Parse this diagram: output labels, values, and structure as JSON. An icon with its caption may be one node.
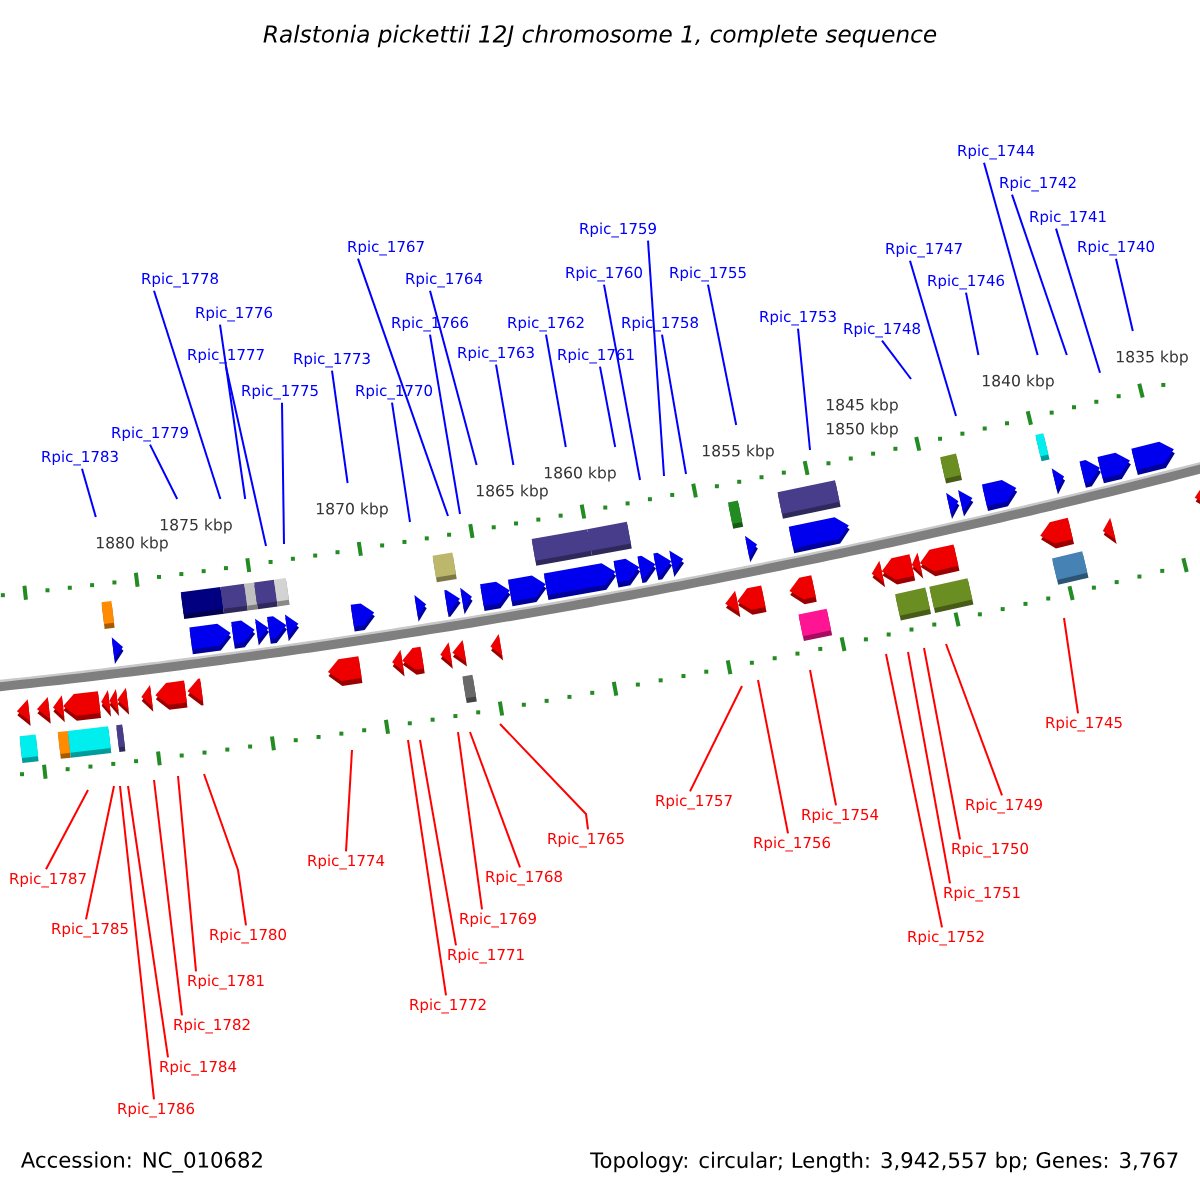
{
  "diagram": {
    "title": "Ralstonia pickettii 12J chromosome 1, complete sequence",
    "nodes": [
      {
        "text": [
          "Rpic_1744"
        ]
      },
      {
        "text": [
          "Rpic_1742"
        ]
      },
      {
        "text": [
          "Rpic_1741"
        ]
      },
      {
        "text": [
          "Rpic_1759"
        ]
      },
      {
        "text": [
          "Rpic_1740"
        ]
      },
      {
        "text": [
          "Rpic_1767"
        ]
      },
      {
        "text": [
          "Rpic_1747"
        ]
      },
      {
        "text": [
          "Rpic_1760"
        ]
      },
      {
        "text": [
          "Rpic_1755"
        ]
      },
      {
        "text": [
          "Rpic_1764"
        ]
      },
      {
        "text": [
          "Rpic_1778"
        ]
      },
      {
        "text": [
          "Rpic_1746"
        ]
      },
      {
        "text": [
          "Rpic_1776"
        ]
      },
      {
        "text": [
          "Rpic_1766"
        ]
      },
      {
        "text": [
          "Rpic_1762"
        ]
      },
      {
        "text": [
          "Rpic_1758"
        ]
      },
      {
        "text": [
          "Rpic_1748"
        ]
      },
      {
        "text": [
          "Rpic_1753"
        ]
      },
      {
        "text": [
          "Rpic_1777"
        ]
      },
      {
        "text": [
          "Rpic_1763"
        ]
      },
      {
        "text": [
          "Rpic_1761"
        ]
      },
      {
        "text": [
          "Rpic_1773"
        ]
      },
      {
        "text": [
          "Rpic_1775"
        ]
      },
      {
        "text": [
          "Rpic_1770"
        ]
      },
      {
        "text": [
          "Rpic_1779"
        ]
      },
      {
        "text": [
          "Rpic_1783"
        ]
      },
      {
        "text": [
          "Rpic_1745"
        ]
      },
      {
        "text": [
          "Rpic_1757"
        ]
      },
      {
        "text": [
          "Rpic_1749"
        ]
      },
      {
        "text": [
          "Rpic_1754"
        ]
      },
      {
        "text": [
          "Rpic_1765"
        ]
      },
      {
        "text": [
          "Rpic_1750"
        ]
      },
      {
        "text": [
          "Rpic_1756"
        ]
      },
      {
        "text": [
          "Rpic_1774"
        ]
      },
      {
        "text": [
          "Rpic_1768"
        ]
      },
      {
        "text": [
          "Rpic_1787"
        ]
      },
      {
        "text": [
          "Rpic_1751"
        ]
      },
      {
        "text": [
          "Rpic_1769"
        ]
      },
      {
        "text": [
          "Rpic_1785"
        ]
      },
      {
        "text": [
          "Rpic_1780"
        ]
      },
      {
        "text": [
          "Rpic_1752"
        ]
      },
      {
        "text": [
          "Rpic_1771"
        ]
      },
      {
        "text": [
          "Rpic_1781"
        ]
      },
      {
        "text": [
          "Rpic_1772"
        ]
      },
      {
        "text": [
          "Rpic_1782"
        ]
      },
      {
        "text": [
          "Rpic_1784"
        ]
      },
      {
        "text": [
          "Rpic_1786"
        ]
      }
    ],
    "edges": [
      {
        "from": 0,
        "to": null,
        "arrow": "none"
      },
      {
        "from": 1,
        "to": null,
        "arrow": "none"
      },
      {
        "from": 2,
        "to": null,
        "arrow": "none"
      },
      {
        "from": 3,
        "to": null,
        "arrow": "none"
      },
      {
        "from": 4,
        "to": null,
        "arrow": "none"
      },
      {
        "from": 5,
        "to": null,
        "arrow": "none"
      },
      {
        "from": 6,
        "to": null,
        "arrow": "none"
      },
      {
        "from": 7,
        "to": null,
        "arrow": "none"
      },
      {
        "from": 8,
        "to": null,
        "arrow": "none"
      },
      {
        "from": 9,
        "to": null,
        "arrow": "none"
      },
      {
        "from": 10,
        "to": null,
        "arrow": "none"
      },
      {
        "from": 11,
        "to": null,
        "arrow": "none"
      },
      {
        "from": 12,
        "to": null,
        "arrow": "none"
      },
      {
        "from": 13,
        "to": null,
        "arrow": "none"
      },
      {
        "from": 14,
        "to": null,
        "arrow": "none"
      },
      {
        "from": 15,
        "to": null,
        "arrow": "none"
      },
      {
        "from": 16,
        "to": null,
        "arrow": "none"
      },
      {
        "from": 17,
        "to": null,
        "arrow": "none"
      },
      {
        "from": 18,
        "to": null,
        "arrow": "none"
      },
      {
        "from": 19,
        "to": null,
        "arrow": "none"
      },
      {
        "from": 20,
        "to": null,
        "arrow": "none"
      },
      {
        "from": 21,
        "to": null,
        "arrow": "none"
      },
      {
        "from": 22,
        "to": null,
        "arrow": "none"
      },
      {
        "from": 23,
        "to": null,
        "arrow": "none"
      },
      {
        "from": 24,
        "to": null,
        "arrow": "none"
      },
      {
        "from": 25,
        "to": null,
        "arrow": "none"
      },
      {
        "from": 26,
        "to": null,
        "arrow": "none",
        "color": "#ff0000"
      },
      {
        "from": 27,
        "to": null,
        "arrow": "none",
        "color": "#ff0000"
      },
      {
        "from": 28,
        "to": null,
        "arrow": "none",
        "color": "#ff0000"
      },
      {
        "from": 29,
        "to": null,
        "arrow": "none",
        "color": "#ff0000"
      },
      {
        "from": 30,
        "to": null,
        "arrow": "none",
        "color": "#ff0000"
      },
      {
        "from": 31,
        "to": null,
        "arrow": "none",
        "color": "#ff0000"
      },
      {
        "from": 32,
        "to": null,
        "arrow": "none",
        "color": "#ff0000"
      },
      {
        "from": 33,
        "to": null,
        "arrow": "none",
        "color": "#ff0000"
      },
      {
        "from": 34,
        "to": null,
        "arrow": "none",
        "color": "#ff0000"
      },
      {
        "from": 35,
        "to": null,
        "arrow": "none",
        "color": "#ff0000"
      },
      {
        "from": 36,
        "to": null,
        "arrow": "none",
        "color": "#ff0000"
      },
      {
        "from": 37,
        "to": null,
        "arrow": "none",
        "color": "#ff0000"
      },
      {
        "from": 38,
        "to": null,
        "arrow": "none",
        "color": "#ff0000"
      },
      {
        "from": 39,
        "to": null,
        "arrow": "none",
        "color": "#ff0000"
      },
      {
        "from": 40,
        "to": null,
        "arrow": "none",
        "color": "#ff0000"
      },
      {
        "from": 41,
        "to": null,
        "arrow": "none",
        "color": "#ff0000"
      },
      {
        "from": 42,
        "to": null,
        "arrow": "none",
        "color": "#ff0000"
      },
      {
        "from": 43,
        "to": null,
        "arrow": "none",
        "color": "#ff0000"
      },
      {
        "from": 44,
        "to": null,
        "arrow": "none",
        "color": "#ff0000"
      },
      {
        "from": 45,
        "to": null,
        "arrow": "none",
        "color": "#ff0000"
      },
      {
        "from": 46,
        "to": null,
        "arrow": "none",
        "color": "#ff0000"
      }
    ],
    "labels": [
      "1880 kbp",
      "1875 kbp",
      "1870 kbp",
      "1865 kbp",
      "1860 kbp",
      "1855 kbp",
      "1850 kbp",
      "1845 kbp",
      "1840 kbp",
      "1835 kbp",
      "Accession: NC_010682",
      "Topology: circular; Length: 3,942,557 bp; Genes: 3,767"
    ]
  }
}
